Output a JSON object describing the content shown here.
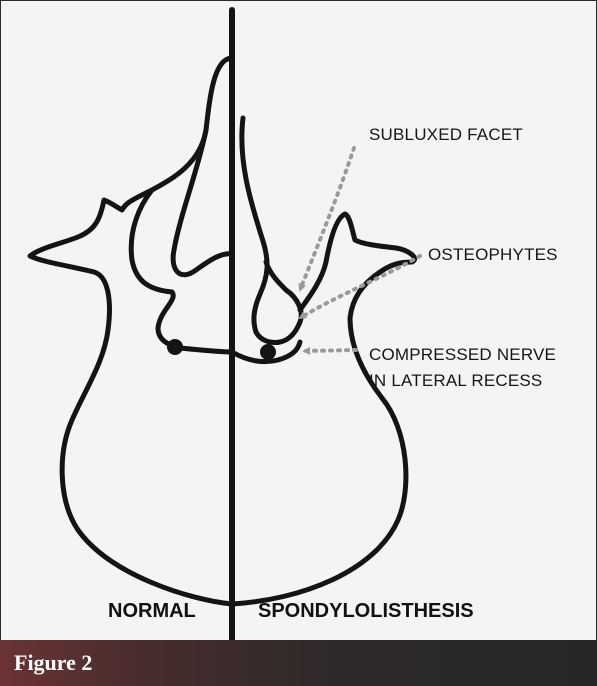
{
  "figure": {
    "caption": "Figure 2"
  },
  "annotations": {
    "subluxed_facet": "SUBLUXED FACET",
    "osteophytes": "OSTEOPHYTES",
    "compressed_nerve_line1": "COMPRESSED NERVE",
    "compressed_nerve_line2": "IN LATERAL RECESS"
  },
  "side_labels": {
    "left": "NORMAL",
    "right": "SPONDYLOLISTHESIS"
  },
  "colors": {
    "outline": "#141414",
    "arrow": "#9a9a9a",
    "caption_bar_start": "#6c3333",
    "caption_bar_end": "#272727"
  }
}
